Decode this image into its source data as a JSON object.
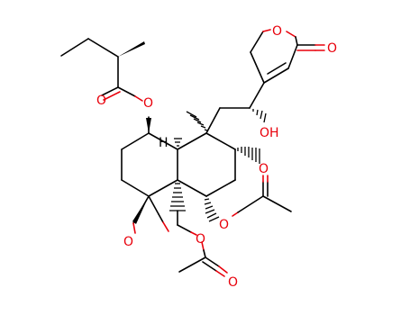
{
  "molecule": {
    "atoms": {
      "o_ester_carbonyl": "O",
      "o_ester_link": "O",
      "o_furanone_ring": "O",
      "o_furanone_carbonyl": "O",
      "o_hydroxyl": "OH",
      "h_ring_junction": "H",
      "o_epoxide": "O",
      "o_acetate_right_link": "O",
      "o_acetate_right_carbonyl": "O",
      "o_acetate_left_link": "O",
      "o_acetate_left_carbonyl": "O"
    },
    "colors": {
      "heteroatom": "#e8000b",
      "carbon": "#000000",
      "background": "#ffffff"
    }
  }
}
